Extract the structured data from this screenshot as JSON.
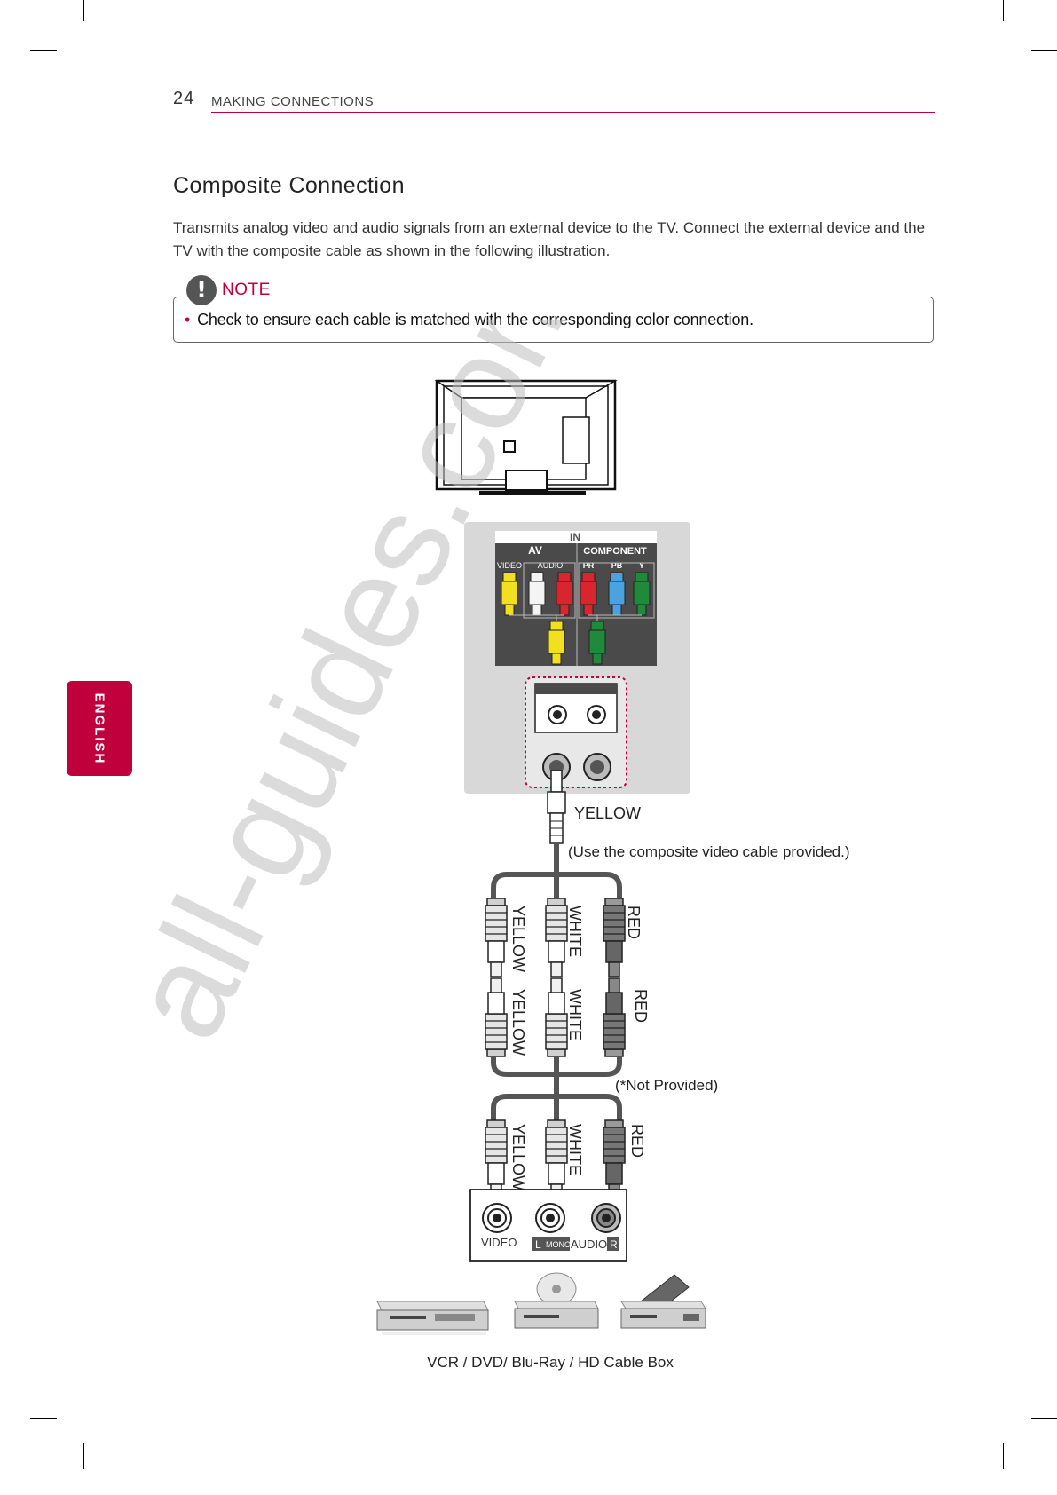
{
  "header": {
    "page_number": "24",
    "section": "MAKING CONNECTIONS"
  },
  "title": "Composite Connection",
  "intro": "Transmits analog video and audio signals from an external device to the TV. Connect the external device and the TV with the composite cable as shown in the following illustration.",
  "note": {
    "label": "NOTE",
    "text": "Check to ensure each cable is matched with the corresponding color connection."
  },
  "side_tab": "ENGLISH",
  "watermark": "all-guides.com",
  "diagram": {
    "panel": {
      "in": "IN",
      "av": "AV",
      "component": "COMPONENT",
      "video": "VIDEO",
      "audio": "AUDIO",
      "pr": "PR",
      "pb": "PB",
      "y": "Y"
    },
    "cable_color": "YELLOW",
    "cable_note": "(Use the composite video cable provided.)",
    "upper_labels": [
      "YELLOW",
      "WHITE",
      "RED"
    ],
    "lower_labels": [
      "YELLOW",
      "WHITE",
      "RED"
    ],
    "bottom_labels": [
      "YELLOW",
      "WHITE",
      "RED"
    ],
    "not_provided": "(*Not Provided)",
    "device_ports": {
      "video": "VIDEO",
      "audio_l": "L",
      "mono": "MONO",
      "audio": "AUDIO",
      "audio_r": "R"
    },
    "devices_caption": "VCR / DVD/ Blu-Ray / HD Cable Box"
  },
  "colors": {
    "accent": "#c0003c",
    "yellow": "#f2e01e",
    "red": "#d9262e",
    "green": "#1f8a3a",
    "blue": "#4aa3df",
    "white": "#f4f4f4"
  }
}
